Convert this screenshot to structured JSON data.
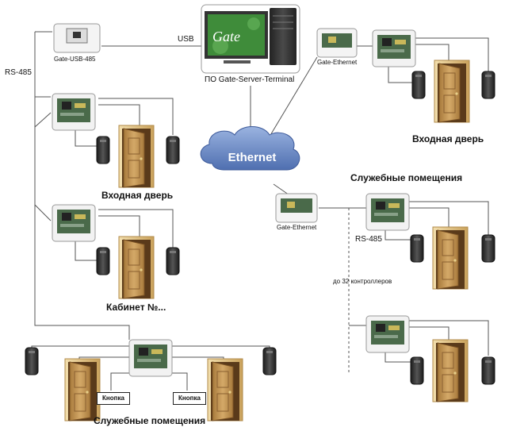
{
  "labels": {
    "usb": "USB",
    "rs485_left": "RS-485",
    "rs485_right": "RS-485",
    "converter_usb": "Gate-USB-485",
    "converter_eth_top": "Gate-Ethernet",
    "converter_eth_mid": "Gate-Ethernet",
    "server": "ПО Gate-Server-Terminal",
    "network": "Ethernet",
    "logo": "Gate",
    "max_controllers": "до 32 контроллеров",
    "button_left": "Кнопка",
    "button_right": "Кнопка"
  },
  "zones": {
    "entrance_left": "Входная дверь",
    "cabinet": "Кабинет №...",
    "service_bottom": "Служебные помещения",
    "entrance_right": "Входная дверь",
    "service_right": "Служебные помещения"
  },
  "colors": {
    "line": "#555555",
    "cloud": "#6f8fc8",
    "cloud_text": "#ffffff",
    "door_wood": "#c49a5a",
    "door_frame": "#e6c98a",
    "reader": "#2b2b2b",
    "controller_pcb": "#4a6a4a",
    "monitor_screen": "#3f8c3a"
  }
}
